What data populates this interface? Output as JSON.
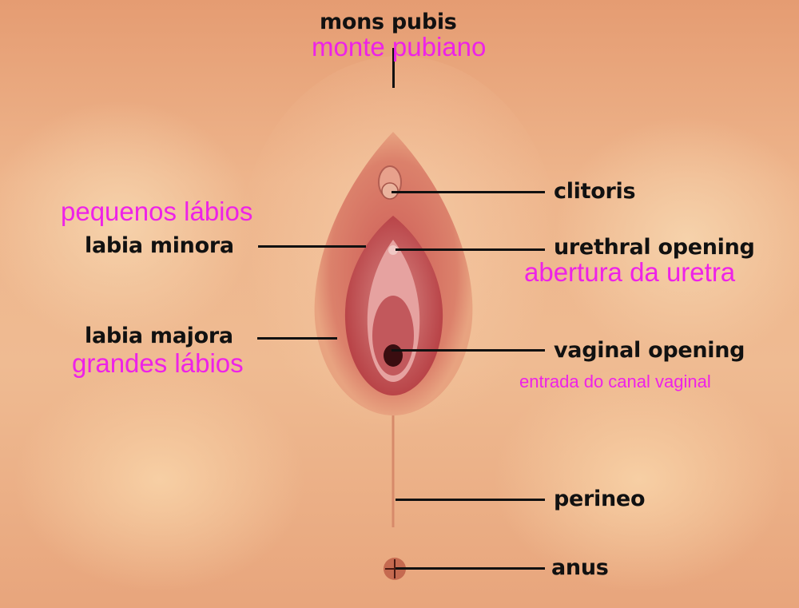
{
  "diagram": {
    "colors": {
      "english_label": "#111111",
      "portuguese_label": "#ee22e8",
      "leader_line": "#111111"
    },
    "labels": {
      "mons_pubis": {
        "en": "mons pubis",
        "pt": "monte pubiano"
      },
      "clitoris": {
        "en": "clitoris"
      },
      "labia_minora": {
        "en": "labia minora",
        "pt": "pequenos lábios"
      },
      "urethral_opening": {
        "en": "urethral opening",
        "pt": "abertura da uretra"
      },
      "labia_majora": {
        "en": "labia majora",
        "pt": "grandes lábios"
      },
      "vaginal_opening": {
        "en": "vaginal opening",
        "pt": "entrada do canal vaginal"
      },
      "perineum": {
        "en": "perineo"
      },
      "anus": {
        "en": "anus"
      }
    }
  }
}
